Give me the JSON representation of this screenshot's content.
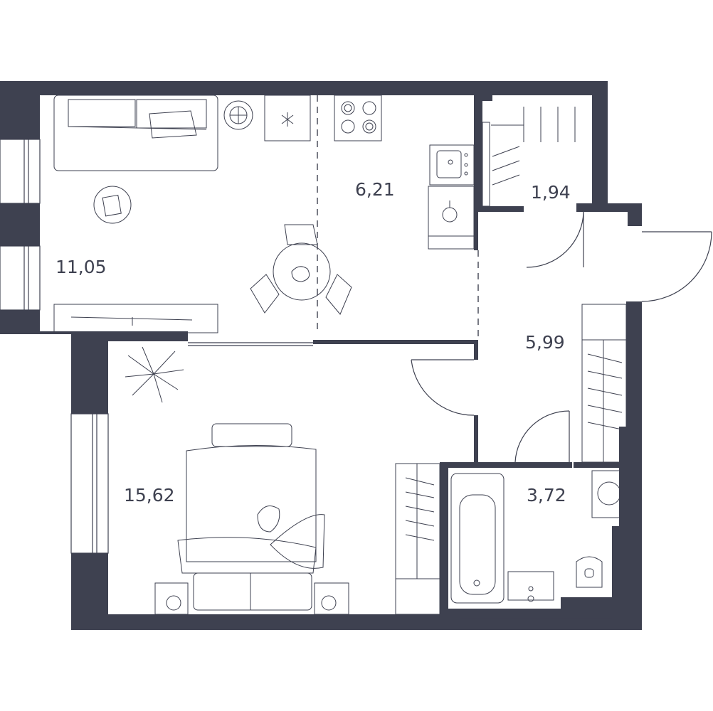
{
  "rooms": {
    "living": {
      "area": "11,05"
    },
    "kitchen": {
      "area": "6,21"
    },
    "closet": {
      "area": "1,94"
    },
    "hallway": {
      "area": "5,99"
    },
    "bedroom": {
      "area": "15,62"
    },
    "bathroom": {
      "area": "3,72"
    }
  },
  "colors": {
    "wall": "#3e4150",
    "background": "#ffffff"
  }
}
